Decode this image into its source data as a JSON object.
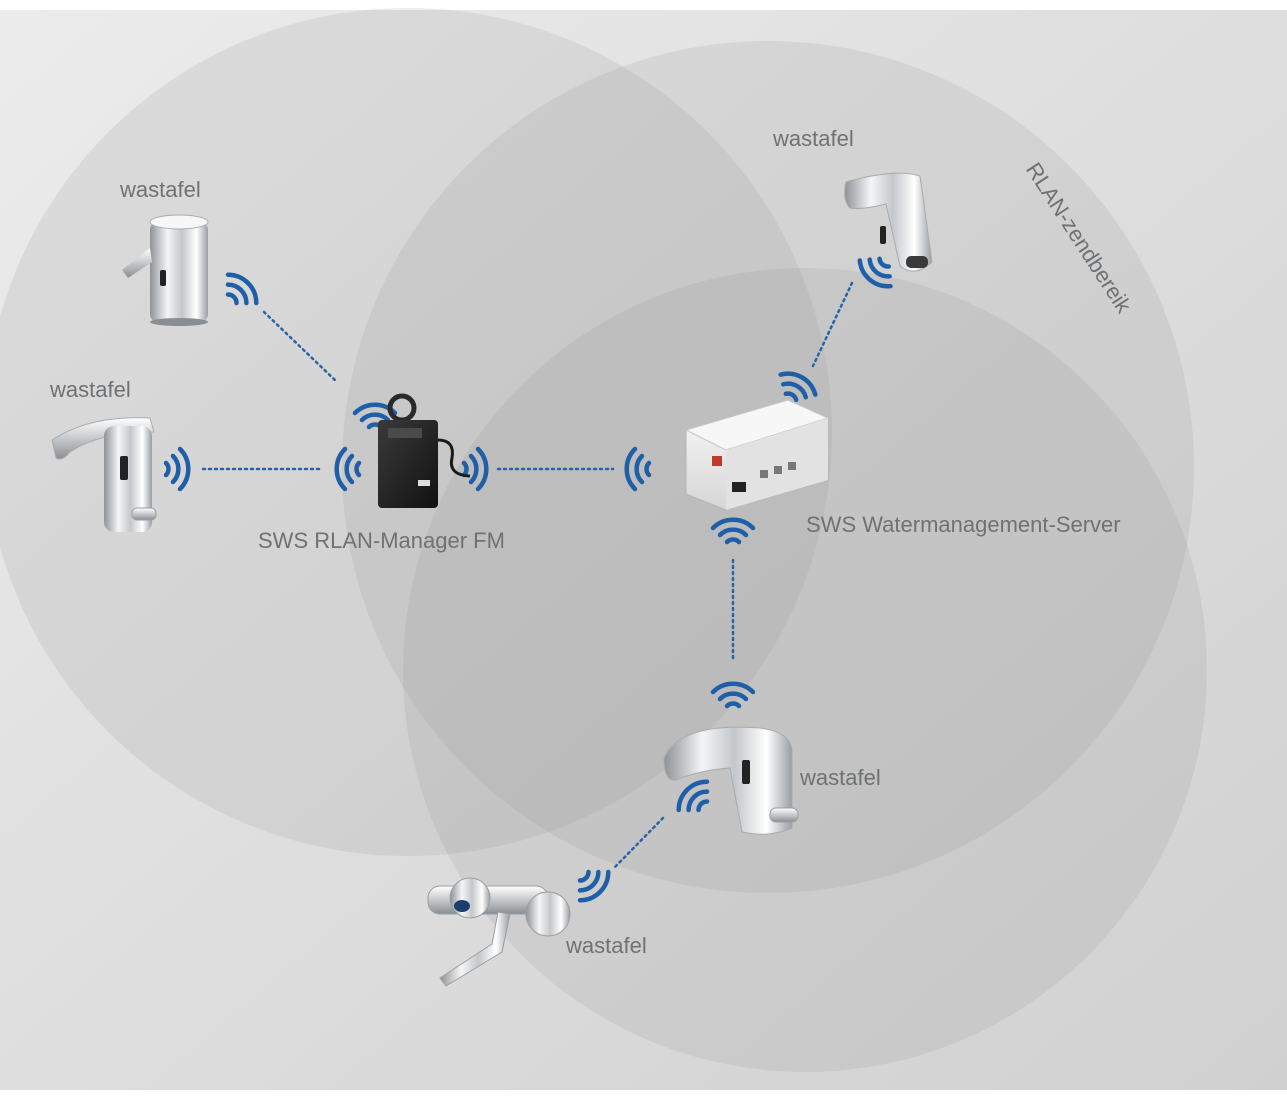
{
  "diagram": {
    "range_label": "RLAN-zendbereik",
    "manager": {
      "label": "SWS RLAN-Manager FM",
      "icon": "rlan-manager-device"
    },
    "server": {
      "label": "SWS Watermanagement-Server",
      "icon": "din-rail-server"
    },
    "faucets": [
      {
        "label": "wastafel",
        "icon": "sensor-faucet-icon"
      },
      {
        "label": "wastafel",
        "icon": "sensor-faucet-icon"
      },
      {
        "label": "wastafel",
        "icon": "sensor-faucet-icon"
      },
      {
        "label": "wastafel",
        "icon": "sensor-faucet-icon"
      },
      {
        "label": "wastafel",
        "icon": "wall-mixer-faucet-icon"
      }
    ],
    "colors": {
      "background": "#dcdcdc",
      "range_circle": "#8c8c8c",
      "signal": "#1e5fa8",
      "link": "#2a64a6",
      "text": "#6f7274"
    }
  }
}
